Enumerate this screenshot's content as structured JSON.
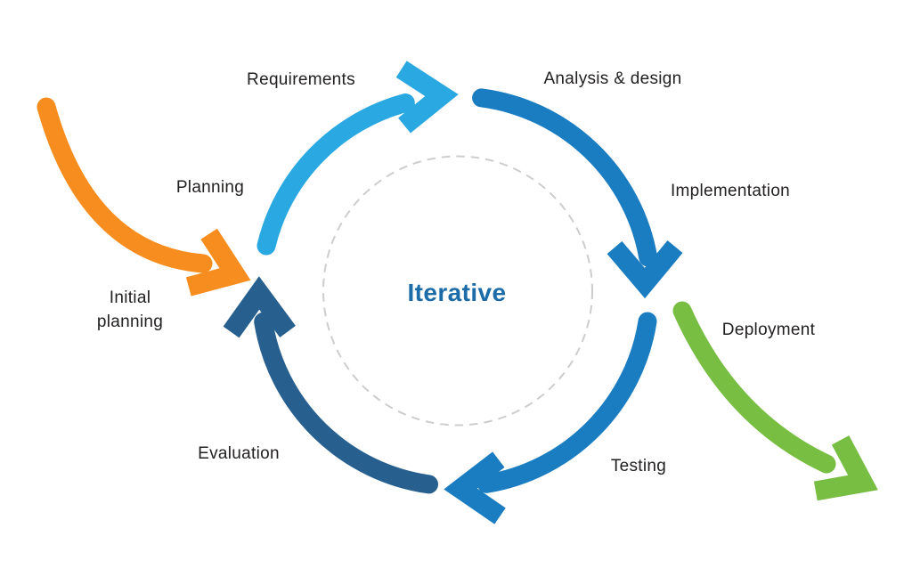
{
  "diagram": {
    "title": "Iterative",
    "steps": {
      "initial_planning_line1": "Initial",
      "initial_planning_line2": "planning",
      "planning": "Planning",
      "requirements": "Requirements",
      "analysis_design": "Analysis & design",
      "implementation": "Implementation",
      "deployment": "Deployment",
      "testing": "Testing",
      "evaluation": "Evaluation"
    },
    "colors": {
      "light_blue": "#29A8E2",
      "medium_blue": "#1A7DC1",
      "dark_blue": "#27608F",
      "orange": "#F78D1E",
      "green": "#77BE43",
      "title_blue": "#1B6CA8",
      "label_text": "#232020",
      "dashed_gray": "#CDCDCD"
    }
  }
}
